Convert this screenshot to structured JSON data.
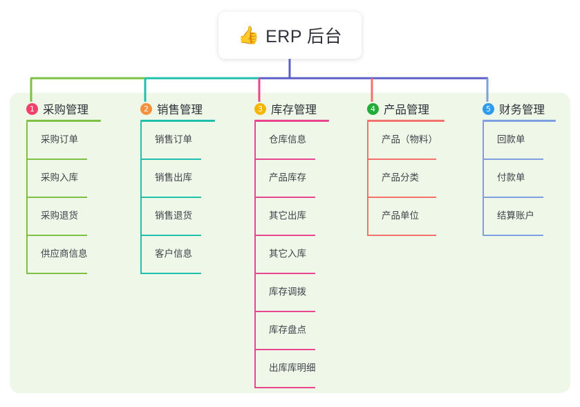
{
  "root": {
    "icon": "thumbs-up-icon",
    "emoji": "👍",
    "title": "ERP 后台"
  },
  "palette": {
    "panel_bg": "#eef7e8",
    "page_bg": "#ffffff",
    "trunk": "#5b5fc7",
    "green": "#7cc044",
    "teal": "#1fbfae",
    "pink": "#e9448f",
    "red": "#f4706a",
    "blue": "#7b9fe0",
    "badge1": "#f2416b",
    "badge2": "#f5903c",
    "badge3": "#f7b500",
    "badge4": "#22ac38",
    "badge5": "#2e9bf0"
  },
  "columns": [
    {
      "number": "1",
      "badge_color": "#f2416b",
      "line_color": "#7cc044",
      "title": "采购管理",
      "items": [
        "采购订单",
        "采购入库",
        "采购退货",
        "供应商信息"
      ]
    },
    {
      "number": "2",
      "badge_color": "#f5903c",
      "line_color": "#1fbfae",
      "title": "销售管理",
      "items": [
        "销售订单",
        "销售出库",
        "销售退货",
        "客户信息"
      ]
    },
    {
      "number": "3",
      "badge_color": "#f7b500",
      "line_color": "#e9448f",
      "title": "库存管理",
      "items": [
        "仓库信息",
        "产品库存",
        "其它出库",
        "其它入库",
        "库存调拨",
        "库存盘点",
        "出库库明细"
      ]
    },
    {
      "number": "4",
      "badge_color": "#22ac38",
      "line_color": "#f4706a",
      "title": "产品管理",
      "items": [
        "产品（物料）",
        "产品分类",
        "产品单位"
      ]
    },
    {
      "number": "5",
      "badge_color": "#2e9bf0",
      "line_color": "#7b9fe0",
      "title": "财务管理",
      "items": [
        "回款单",
        "付款单",
        "结算账户"
      ]
    }
  ]
}
